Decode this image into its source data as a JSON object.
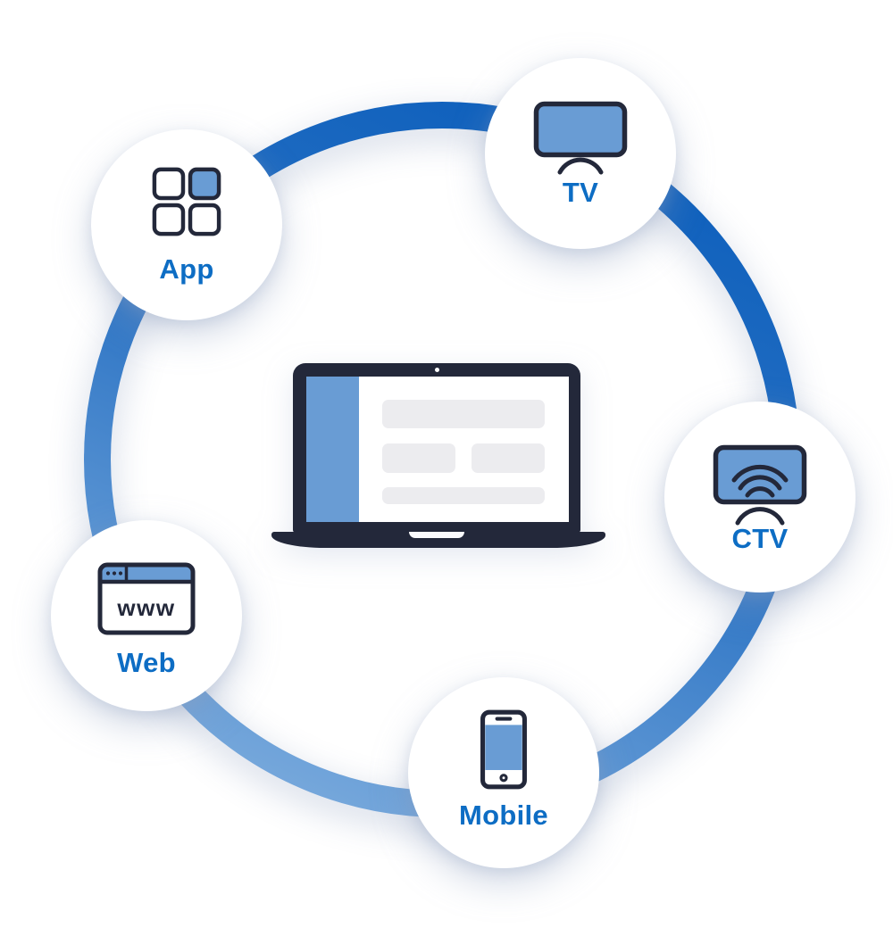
{
  "diagram": {
    "center": {
      "device_icon": "laptop-icon"
    },
    "nodes": [
      {
        "id": "tv",
        "label": "TV",
        "icon": "tv-icon"
      },
      {
        "id": "ctv",
        "label": "CTV",
        "icon": "connected-tv-icon"
      },
      {
        "id": "mobile",
        "label": "Mobile",
        "icon": "smartphone-icon"
      },
      {
        "id": "web",
        "label": "Web",
        "icon": "browser-icon",
        "icon_text": "www"
      },
      {
        "id": "app",
        "label": "App",
        "icon": "app-grid-icon"
      }
    ],
    "colors": {
      "ring_gradient_start": "#0d5fbc",
      "ring_gradient_end": "#78a9dc",
      "icon_fill_blue": "#699cd4",
      "icon_stroke_navy": "#23283a",
      "label_blue": "#0d6dc4",
      "node_background": "#ffffff",
      "laptop_frame": "#23283a",
      "laptop_placeholder_gray": "#ececef"
    }
  }
}
